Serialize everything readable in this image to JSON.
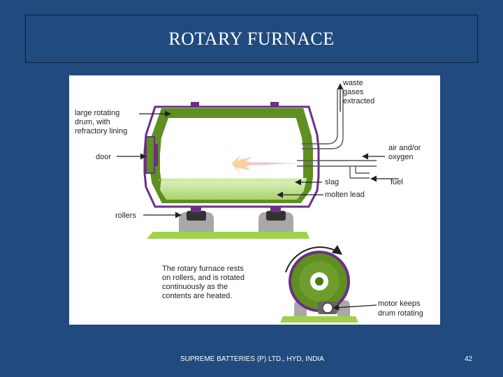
{
  "slide": {
    "title": "ROTARY FURNACE",
    "footer_company": "SUPREME BATTERIES (P) LTD., HYD, INDIA",
    "page_number": "42"
  },
  "diagram": {
    "labels": {
      "drum_line1": "large rotating",
      "drum_line2": "drum, with",
      "drum_line3": "refractory lining",
      "door": "door",
      "rollers": "rollers",
      "waste_line1": "waste",
      "waste_line2": "gases",
      "waste_line3": "extracted",
      "air_line1": "air and/or",
      "air_line2": "oxygen",
      "fuel": "fuel",
      "slag": "slag",
      "molten_lead": "molten lead",
      "desc_line1": "The rotary furnace rests",
      "desc_line2": "on rollers, and is rotated",
      "desc_line3": "continuously as the",
      "desc_line4": "contents are heated.",
      "motor_line1": "motor keeps",
      "motor_line2": "drum rotating"
    },
    "colors": {
      "drum": "#5e8f20",
      "trim": "#6b2f86",
      "base": "#9fd24a",
      "slag": "#c8e6a0",
      "roller": "#a8a8a8",
      "flame": "#f7c6d6"
    }
  }
}
